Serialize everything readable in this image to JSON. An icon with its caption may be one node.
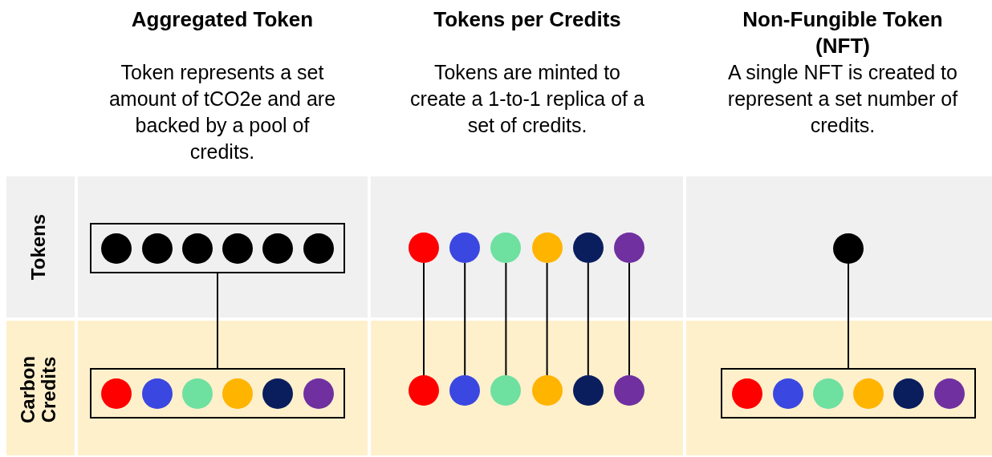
{
  "diagram": {
    "nodes": [
      {
        "text": [],
        "shape": "box"
      },
      {
        "text": [],
        "shape": "circle",
        "in": 0
      },
      {
        "text": [],
        "shape": "circle",
        "in": 0
      },
      {
        "text": [],
        "shape": "circle",
        "in": 0
      },
      {
        "text": [],
        "shape": "circle",
        "in": 0
      },
      {
        "text": [],
        "shape": "circle",
        "in": 0
      },
      {
        "text": [],
        "shape": "circle",
        "in": 0
      },
      {
        "text": [],
        "shape": "box"
      },
      {
        "text": [],
        "shape": "circle",
        "in": 7
      },
      {
        "text": [],
        "shape": "circle",
        "in": 7
      },
      {
        "text": [],
        "shape": "circle",
        "in": 7
      },
      {
        "text": [],
        "shape": "circle",
        "in": 7
      },
      {
        "text": [],
        "shape": "circle",
        "in": 7
      },
      {
        "text": [],
        "shape": "circle",
        "in": 7
      },
      {
        "text": [],
        "shape": "circle"
      },
      {
        "text": [],
        "shape": "circle"
      },
      {
        "text": [],
        "shape": "circle"
      },
      {
        "text": [],
        "shape": "circle"
      },
      {
        "text": [],
        "shape": "circle"
      },
      {
        "text": [],
        "shape": "circle"
      },
      {
        "text": [],
        "shape": "circle"
      },
      {
        "text": [],
        "shape": "circle"
      },
      {
        "text": [],
        "shape": "circle"
      },
      {
        "text": [],
        "shape": "circle"
      },
      {
        "text": [],
        "shape": "circle"
      },
      {
        "text": [],
        "shape": "circle"
      },
      {
        "text": [],
        "shape": "circle"
      },
      {
        "text": [],
        "shape": "box"
      },
      {
        "text": [],
        "shape": "circle",
        "in": 27
      },
      {
        "text": [],
        "shape": "circle",
        "in": 27
      },
      {
        "text": [],
        "shape": "circle",
        "in": 27
      },
      {
        "text": [],
        "shape": "circle",
        "in": 27
      },
      {
        "text": [],
        "shape": "circle",
        "in": 27
      },
      {
        "text": [],
        "shape": "circle",
        "in": 27
      }
    ],
    "edges": [
      {
        "from": 0,
        "to": 7,
        "arrow": "none"
      },
      {
        "from": 14,
        "to": 20,
        "arrow": "none"
      },
      {
        "from": 15,
        "to": 21,
        "arrow": "none"
      },
      {
        "from": 16,
        "to": 22,
        "arrow": "none"
      },
      {
        "from": 17,
        "to": 23,
        "arrow": "none"
      },
      {
        "from": 18,
        "to": 24,
        "arrow": "none"
      },
      {
        "from": 19,
        "to": 25,
        "arrow": "none"
      },
      {
        "from": 26,
        "to": 27,
        "arrow": "none"
      }
    ],
    "labels": [
      "Aggregated Token",
      "Tokens per Credits",
      "Non-Fungible Token (NFT)",
      "Token represents a set amount of tCO2e and are backed by a pool of credits.",
      "Tokens are minted to create a 1-to-1 replica of a set of credits.",
      "A single NFT is created to represent a set number of credits.",
      "Tokens",
      "Carbon Credits"
    ]
  }
}
